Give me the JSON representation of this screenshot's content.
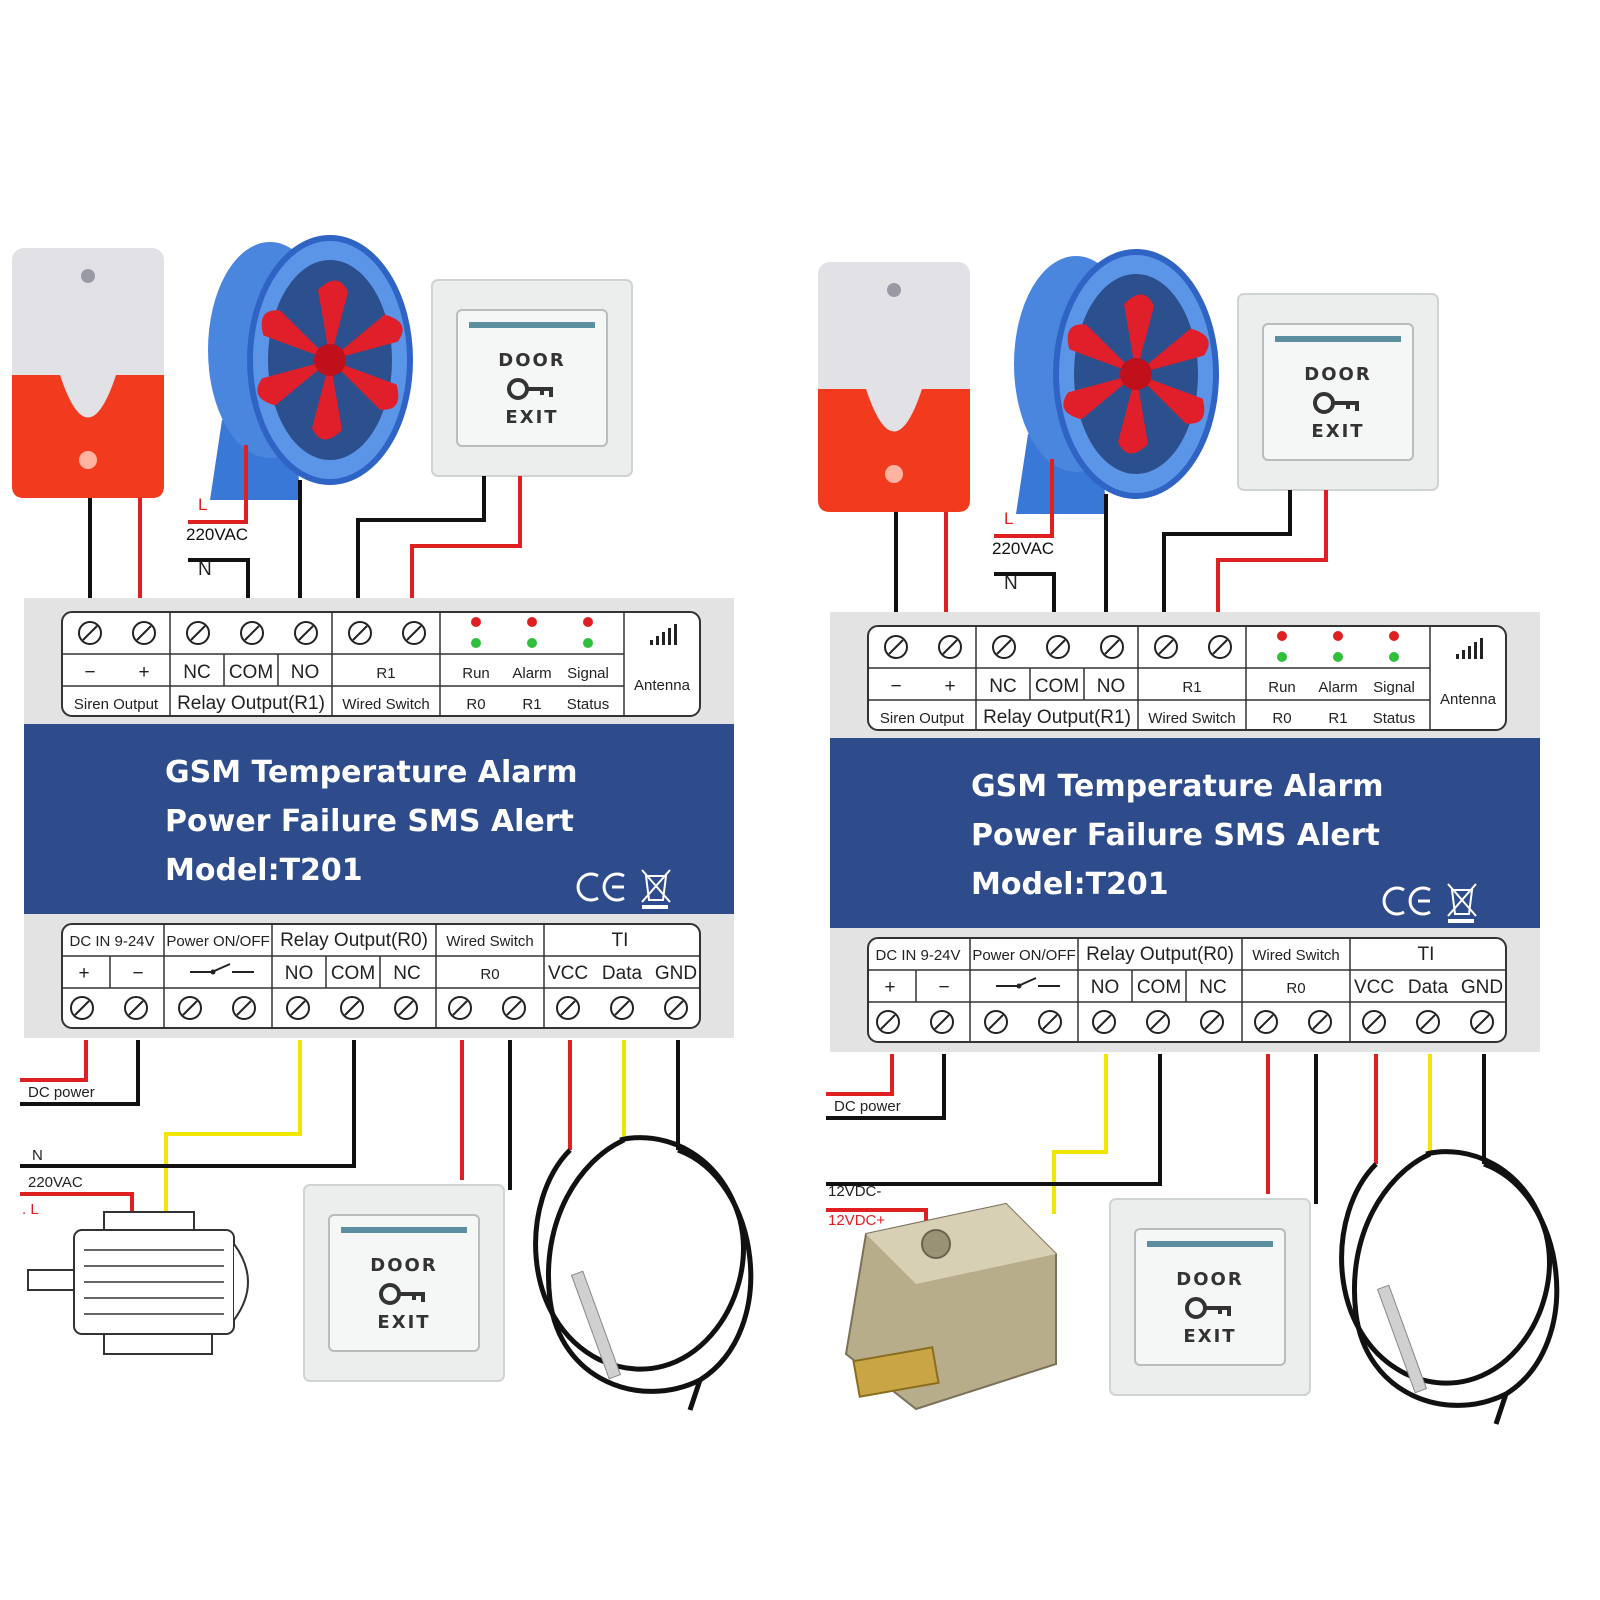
{
  "colors": {
    "panel_blue": "#2e4b8b",
    "wire_red": "#e02020",
    "wire_black": "#111111",
    "wire_yellow": "#f2e600",
    "housing_gray": "#e3e3e3"
  },
  "diagrams": [
    {
      "title_line1": "GSM Temperature Alarm",
      "title_line2": "Power Failure SMS Alert",
      "model": "Model:T201",
      "top_terminals": {
        "siren_minus": "−",
        "siren_plus": "+",
        "nc": "NC",
        "com": "COM",
        "no": "NO",
        "r1": "R1",
        "run": "Run",
        "alarm": "Alarm",
        "signal": "Signal",
        "r0_led": "R0",
        "r1_led": "R1",
        "status": "Status",
        "antenna": "Antenna",
        "siren_output": "Siren Output",
        "relay_output_r1": "Relay Output(R1)",
        "wired_switch": "Wired Switch"
      },
      "bottom_terminals": {
        "dc_in": "DC IN 9-24V",
        "power_onoff": "Power ON/OFF",
        "relay_output_r0": "Relay Output(R0)",
        "wired_switch": "Wired Switch",
        "ti": "TI",
        "plus": "+",
        "minus": "−",
        "no": "NO",
        "com": "COM",
        "nc": "NC",
        "r0": "R0",
        "vcc": "VCC",
        "data": "Data",
        "gnd": "GND"
      },
      "wire_labels": {
        "top_l": "L",
        "top_220": "220VAC",
        "top_n": "N",
        "dc_power": "DC power",
        "load_n": "N",
        "load_220": "220VAC",
        "load_l": ". L"
      },
      "door_top": "DOOR",
      "exit_top": "EXIT",
      "door_bottom": "DOOR",
      "exit_bottom": "EXIT",
      "bottom_load": "motor"
    },
    {
      "title_line1": "GSM Temperature Alarm",
      "title_line2": "Power Failure SMS Alert",
      "model": "Model:T201",
      "top_terminals": {
        "siren_minus": "−",
        "siren_plus": "+",
        "nc": "NC",
        "com": "COM",
        "no": "NO",
        "r1": "R1",
        "run": "Run",
        "alarm": "Alarm",
        "signal": "Signal",
        "r0_led": "R0",
        "r1_led": "R1",
        "status": "Status",
        "antenna": "Antenna",
        "siren_output": "Siren Output",
        "relay_output_r1": "Relay Output(R1)",
        "wired_switch": "Wired Switch"
      },
      "bottom_terminals": {
        "dc_in": "DC IN 9-24V",
        "power_onoff": "Power ON/OFF",
        "relay_output_r0": "Relay Output(R0)",
        "wired_switch": "Wired Switch",
        "ti": "TI",
        "plus": "+",
        "minus": "−",
        "no": "NO",
        "com": "COM",
        "nc": "NC",
        "r0": "R0",
        "vcc": "VCC",
        "data": "Data",
        "gnd": "GND"
      },
      "wire_labels": {
        "top_l": "L",
        "top_220": "220VAC",
        "top_n": "N",
        "dc_power": "DC power",
        "load_minus": "12VDC-",
        "load_plus": "12VDC+"
      },
      "door_top": "DOOR",
      "exit_top": "EXIT",
      "door_bottom": "DOOR",
      "exit_bottom": "EXIT",
      "bottom_load": "lock"
    }
  ]
}
